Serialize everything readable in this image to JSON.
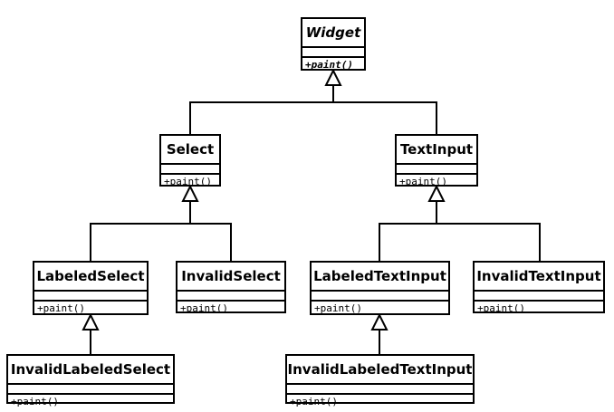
{
  "classes": {
    "widget": {
      "name": "Widget",
      "operation": "+paint()"
    },
    "select": {
      "name": "Select",
      "operation": "+paint()"
    },
    "text_input": {
      "name": "TextInput",
      "operation": "+paint()"
    },
    "labeled_select": {
      "name": "LabeledSelect",
      "operation": "+paint()"
    },
    "invalid_select": {
      "name": "InvalidSelect",
      "operation": "+paint()"
    },
    "labeled_text_input": {
      "name": "LabeledTextInput",
      "operation": "+paint()"
    },
    "invalid_text_input": {
      "name": "InvalidTextInput",
      "operation": "+paint()"
    },
    "invalid_labeled_select": {
      "name": "InvalidLabeledSelect",
      "operation": "+paint()"
    },
    "invalid_labeled_text_input": {
      "name": "InvalidLabeledTextInput",
      "operation": "+paint()"
    }
  },
  "colors": {
    "stroke": "#000000",
    "fill": "#ffffff"
  }
}
